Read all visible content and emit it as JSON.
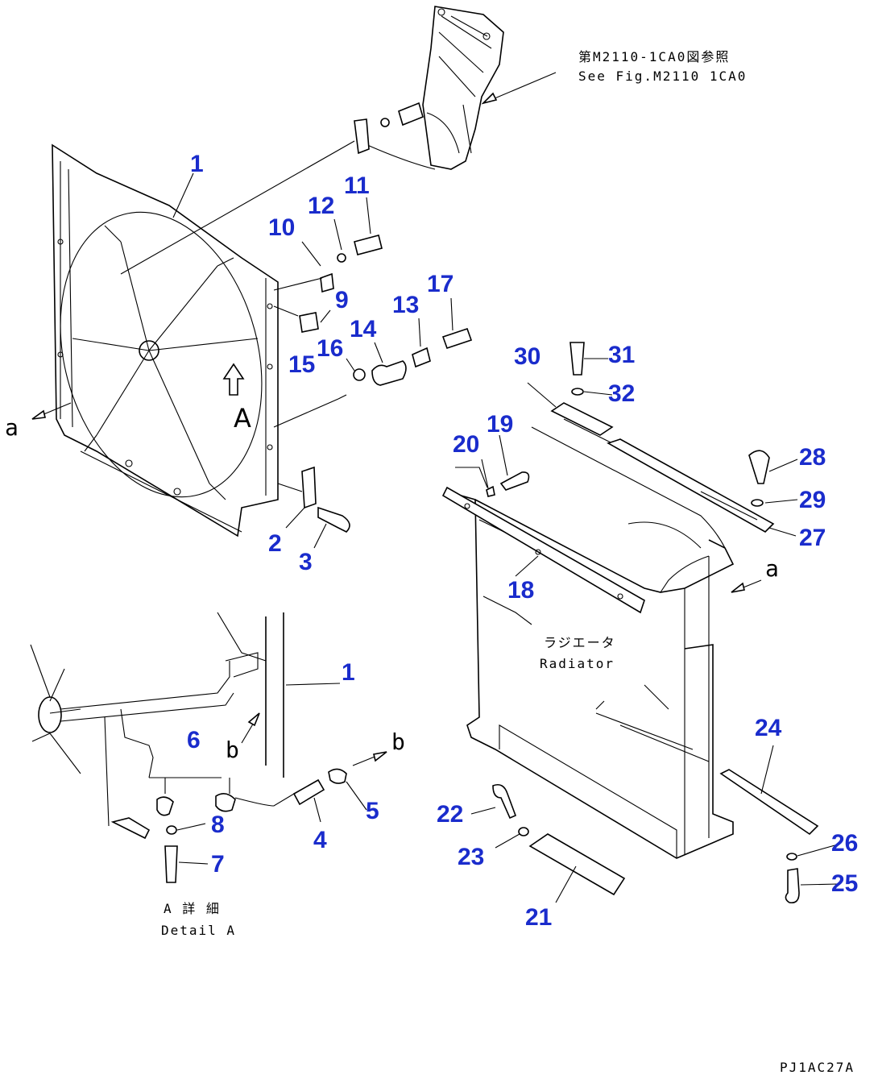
{
  "reference_note": {
    "jp": "第M2110-1CA0図参照",
    "en": "See Fig.M2110 1CA0"
  },
  "view_label": "A",
  "direction_a_left": "a",
  "direction_a_right": "a",
  "direction_b_left": "b",
  "direction_b_right": "b",
  "radiator_label": {
    "jp": "ラジエータ",
    "en": "Radiator"
  },
  "detail_label": {
    "jp": "A 詳 細",
    "en": "Detail A"
  },
  "drawing_code": "PJ1AC27A",
  "callouts": [
    "1",
    "2",
    "3",
    "4",
    "5",
    "6",
    "7",
    "8",
    "9",
    "10",
    "11",
    "12",
    "13",
    "14",
    "15",
    "16",
    "17",
    "18",
    "19",
    "20",
    "21",
    "22",
    "23",
    "24",
    "25",
    "26",
    "27",
    "28",
    "29",
    "30",
    "31",
    "32",
    "1"
  ],
  "colors": {
    "callout": "#1a2ccc",
    "linework": "#000000"
  }
}
